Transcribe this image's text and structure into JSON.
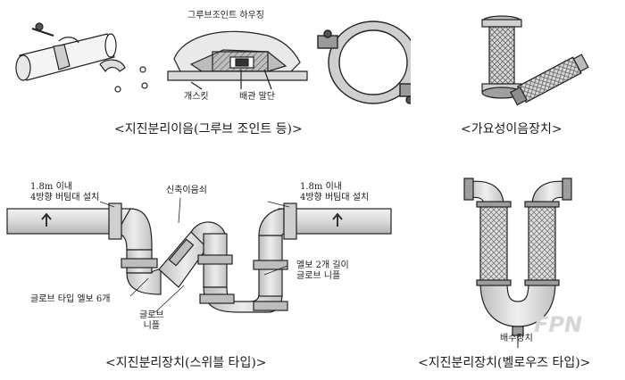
{
  "top_left": {
    "label_housing": "그루브조인트 하우징",
    "label_gasket": "개스킷",
    "label_pipe_end": "배관 말단",
    "caption": "<지진분리이음(그루브 조인트 등)>"
  },
  "top_right": {
    "caption": "<가요성이음장치>"
  },
  "bottom_left": {
    "label_left_support": "1.8m 이내\n4방향 버팀대 설치",
    "label_right_support": "1.8m 이내\n4방향 버팀대 설치",
    "label_expansion": "신축이음쇠",
    "label_elbow_nipple": "엘보 2개 길이\n글로브 니플",
    "label_globe_elbow": "글로브 타입 엘보 6개",
    "label_globe_nipple": "글로브\n니플",
    "caption": "<지진분리장치(스위블 타입)>"
  },
  "bottom_right": {
    "label_drain": "배수장치",
    "caption": "<지진분리장치(벨로우즈 타입)>"
  },
  "watermark": "FPN"
}
